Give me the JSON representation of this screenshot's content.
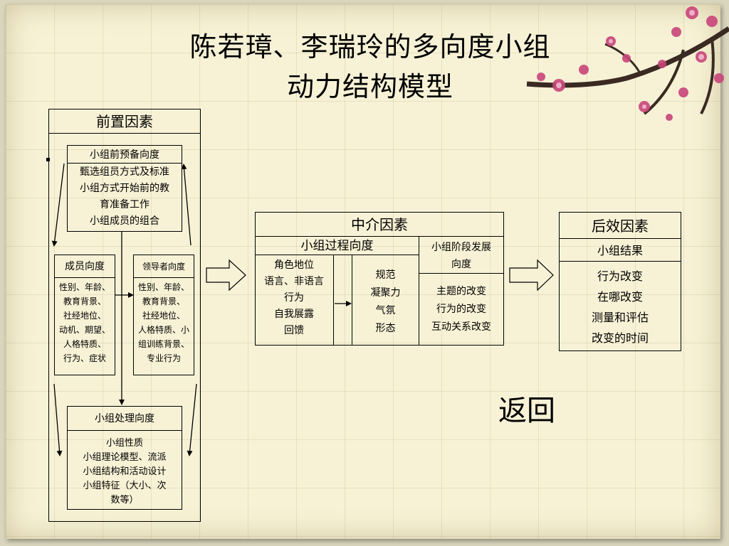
{
  "title": {
    "line1": "陈若璋、李瑞玲的多向度小组",
    "line2": "动力结构模型"
  },
  "antecedent": {
    "header": "前置因素",
    "pre_group": {
      "title": "小组前预备向度",
      "items": "甄选组员方式及标准\n小组方式开始前的教\n育准备工作\n小组成员的组合"
    },
    "member": {
      "title": "成员向度",
      "items": "性别、年龄、\n教育背景、\n社经地位、\n动机、期望、\n人格特质、\n行为、症状"
    },
    "leader": {
      "title": "领导者向度",
      "items": "性别、年龄、\n教育背景、\n社经地位、\n人格特质、小\n组训练背景、\n专业行为"
    },
    "treatment": {
      "title": "小组处理向度",
      "items": "小组性质\n小组理论模型、流派\n小组结构和活动设计\n小组特征（大小、次\n数等）"
    }
  },
  "mediating": {
    "header": "中介因素",
    "process_title": "小组过程向度",
    "process_left": "角色地位\n语言、非语言\n行为\n自我展露\n回馈",
    "process_right": "规范\n凝聚力\n气氛\n形态",
    "stage_title": "小组阶段发展\n向度",
    "stage_items": "主题的改变\n行为的改变\n互动关系改变"
  },
  "outcome": {
    "header": "后效因素",
    "sub_title": "小组结果",
    "items": "行为改变\n在哪改变\n测量和评估\n改变的时间"
  },
  "back_link": "返回",
  "colors": {
    "paper": "#f7f2d6",
    "blossom": "#c8457a",
    "branch": "#3a2a22"
  }
}
